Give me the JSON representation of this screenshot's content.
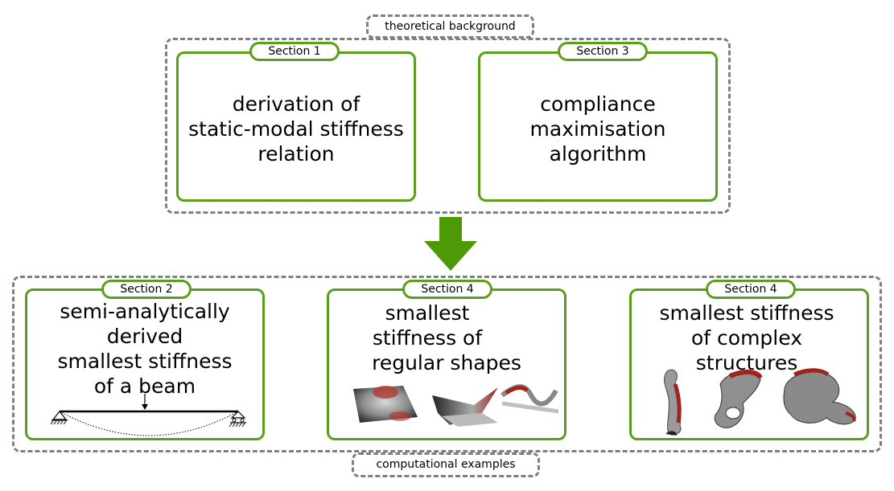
{
  "top_group": {
    "label": "theoretical background"
  },
  "bottom_group": {
    "label": "computational examples"
  },
  "boxes": [
    {
      "tag": "Section 1",
      "lines": [
        "derivation of",
        "static-modal stiffness",
        "relation"
      ]
    },
    {
      "tag": "Section 3",
      "lines": [
        "compliance",
        "maximisation",
        "algorithm"
      ]
    },
    {
      "tag": "Section 2",
      "lines": [
        "semi-analytically",
        "derived",
        "smallest stiffness",
        "of a beam"
      ]
    },
    {
      "tag": "Section 4",
      "lines": [
        "smallest",
        "stiffness of",
        "regular shapes"
      ]
    },
    {
      "tag": "Section 4",
      "lines": [
        "smallest stiffness",
        "of complex",
        "structures"
      ]
    }
  ],
  "colors": {
    "frame": "#5a9e1a",
    "arrow": "#4e9a06",
    "dashed": "#7f7f7f"
  }
}
